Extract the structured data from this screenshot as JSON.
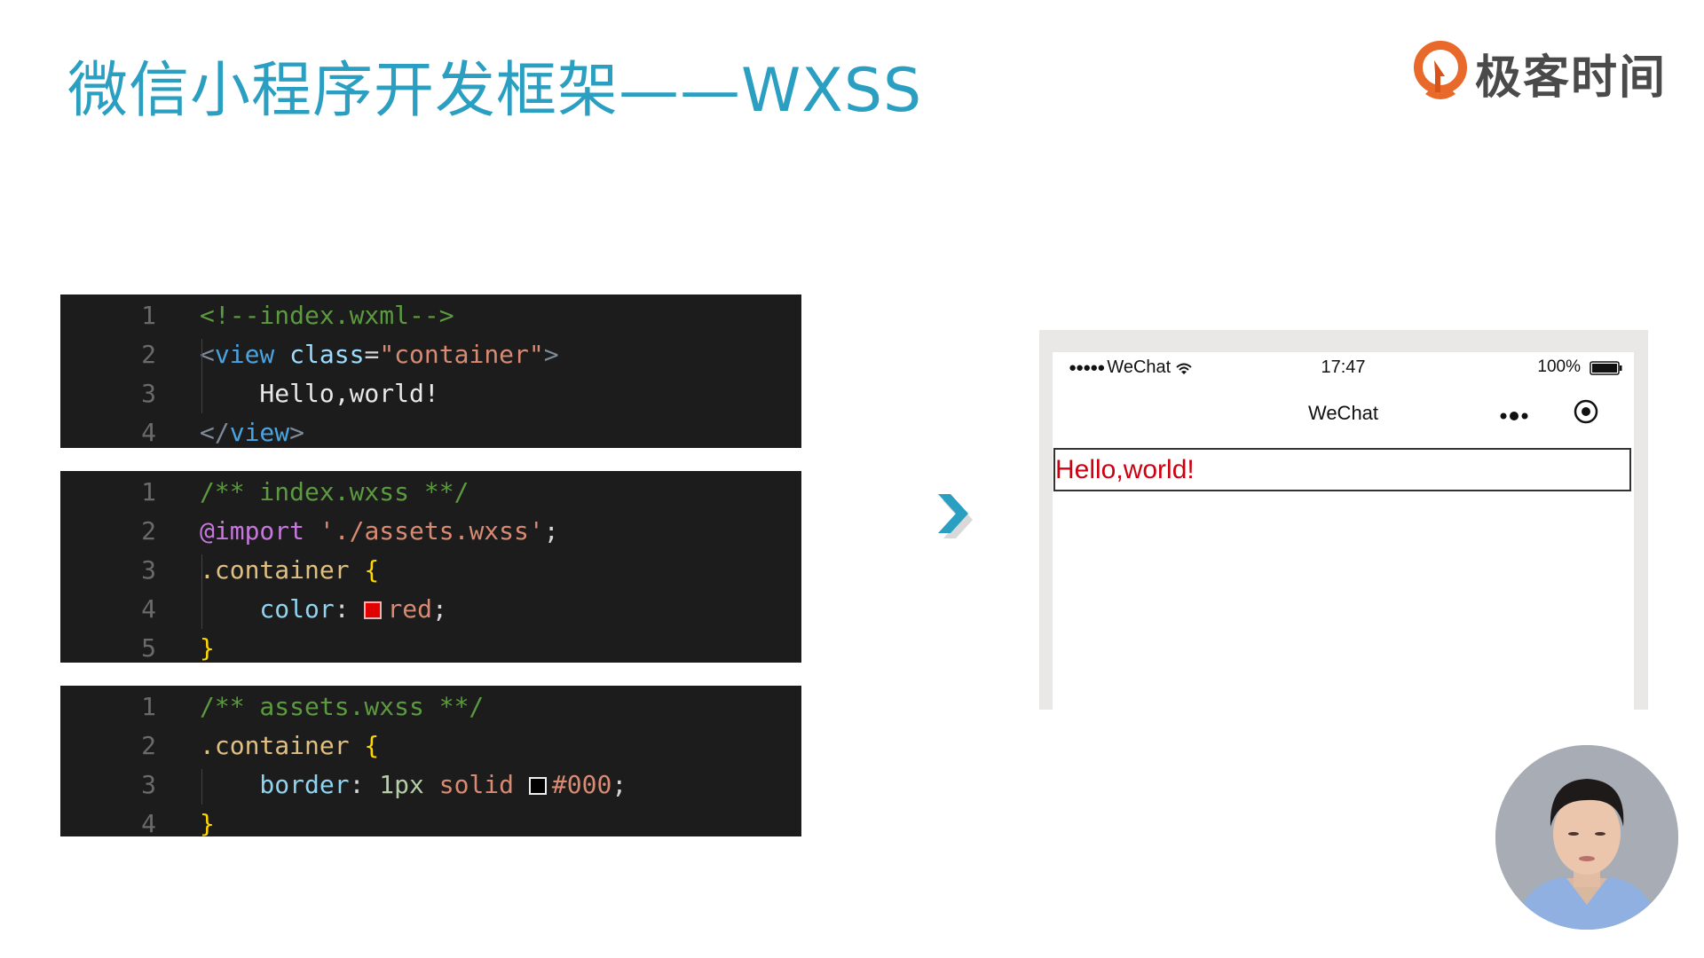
{
  "slide": {
    "title": "微信小程序开发框架——WXSS",
    "accent_color": "#2a9fc1"
  },
  "logo": {
    "icon": "geektime-logo-icon",
    "text": "极客时间",
    "icon_color": "#e8692a"
  },
  "code_blocks": [
    {
      "file": "index.wxml",
      "lines": [
        {
          "n": "1",
          "parts": [
            {
              "t": "<!--index.wxml-->",
              "c": "comment"
            }
          ]
        },
        {
          "n": "2",
          "parts": [
            {
              "t": "<",
              "c": "tag"
            },
            {
              "t": "view",
              "c": "tagname"
            },
            {
              "t": " ",
              "c": "text"
            },
            {
              "t": "class",
              "c": "attr"
            },
            {
              "t": "=",
              "c": "punc"
            },
            {
              "t": "\"container\"",
              "c": "str"
            },
            {
              "t": ">",
              "c": "tag"
            }
          ]
        },
        {
          "n": "3",
          "parts": [
            {
              "t": "    Hello,world!",
              "c": "text"
            }
          ]
        },
        {
          "n": "4",
          "parts": [
            {
              "t": "</",
              "c": "tag"
            },
            {
              "t": "view",
              "c": "tagname"
            },
            {
              "t": ">",
              "c": "tag"
            }
          ]
        }
      ]
    },
    {
      "file": "index.wxss",
      "lines": [
        {
          "n": "1",
          "parts": [
            {
              "t": "/** index.wxss **/",
              "c": "comment"
            }
          ]
        },
        {
          "n": "2",
          "parts": [
            {
              "t": "@import",
              "c": "at"
            },
            {
              "t": " './assets.wxss'",
              "c": "str"
            },
            {
              "t": ";",
              "c": "punc"
            }
          ]
        },
        {
          "n": "3",
          "parts": [
            {
              "t": ".container",
              "c": "sel"
            },
            {
              "t": " {",
              "c": "brace"
            }
          ]
        },
        {
          "n": "4",
          "parts": [
            {
              "t": "    color",
              "c": "prop"
            },
            {
              "t": ": ",
              "c": "punc"
            },
            {
              "swatch": "#e00000"
            },
            {
              "t": "red",
              "c": "str"
            },
            {
              "t": ";",
              "c": "punc"
            }
          ]
        },
        {
          "n": "5",
          "parts": [
            {
              "t": "}",
              "c": "brace"
            }
          ]
        }
      ]
    },
    {
      "file": "assets.wxss",
      "lines": [
        {
          "n": "1",
          "parts": [
            {
              "t": "/** assets.wxss **/",
              "c": "comment"
            }
          ]
        },
        {
          "n": "2",
          "parts": [
            {
              "t": ".container",
              "c": "sel"
            },
            {
              "t": " {",
              "c": "brace"
            }
          ]
        },
        {
          "n": "3",
          "parts": [
            {
              "t": "    border",
              "c": "prop"
            },
            {
              "t": ": ",
              "c": "punc"
            },
            {
              "t": "1px",
              "c": "num"
            },
            {
              "t": " solid ",
              "c": "str"
            },
            {
              "swatch": "#000000"
            },
            {
              "t": "#000",
              "c": "str"
            },
            {
              "t": ";",
              "c": "punc"
            }
          ]
        },
        {
          "n": "4",
          "parts": [
            {
              "t": "}",
              "c": "brace"
            }
          ]
        }
      ]
    }
  ],
  "arrow": {
    "icon": "chevron-right-icon",
    "color": "#2a9fc1"
  },
  "phone": {
    "status_bar": {
      "signal": "●●●●●",
      "carrier": "WeChat",
      "wifi_icon": "wifi-icon",
      "time": "17:47",
      "battery_percent": "100%",
      "battery_icon": "battery-full-icon"
    },
    "nav_bar": {
      "title": "WeChat",
      "more_icon": "•●•",
      "close_icon": "capsule-close-icon"
    },
    "content": {
      "text": "Hello,world!",
      "text_color": "#cc0011",
      "border": "1px solid #000"
    }
  },
  "presenter": {
    "avatar_icon": "presenter-avatar"
  }
}
